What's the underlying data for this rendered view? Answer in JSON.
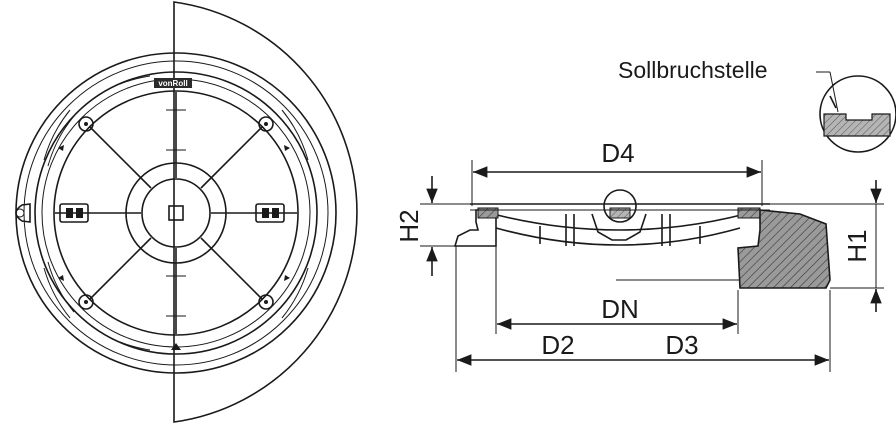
{
  "brand_plate": "vonRoll",
  "callout": {
    "label": "Sollbruchstelle"
  },
  "dimensions": {
    "d4": "D4",
    "dn": "DN",
    "d2": "D2",
    "d3": "D3",
    "h1": "H1",
    "h2": "H2"
  }
}
